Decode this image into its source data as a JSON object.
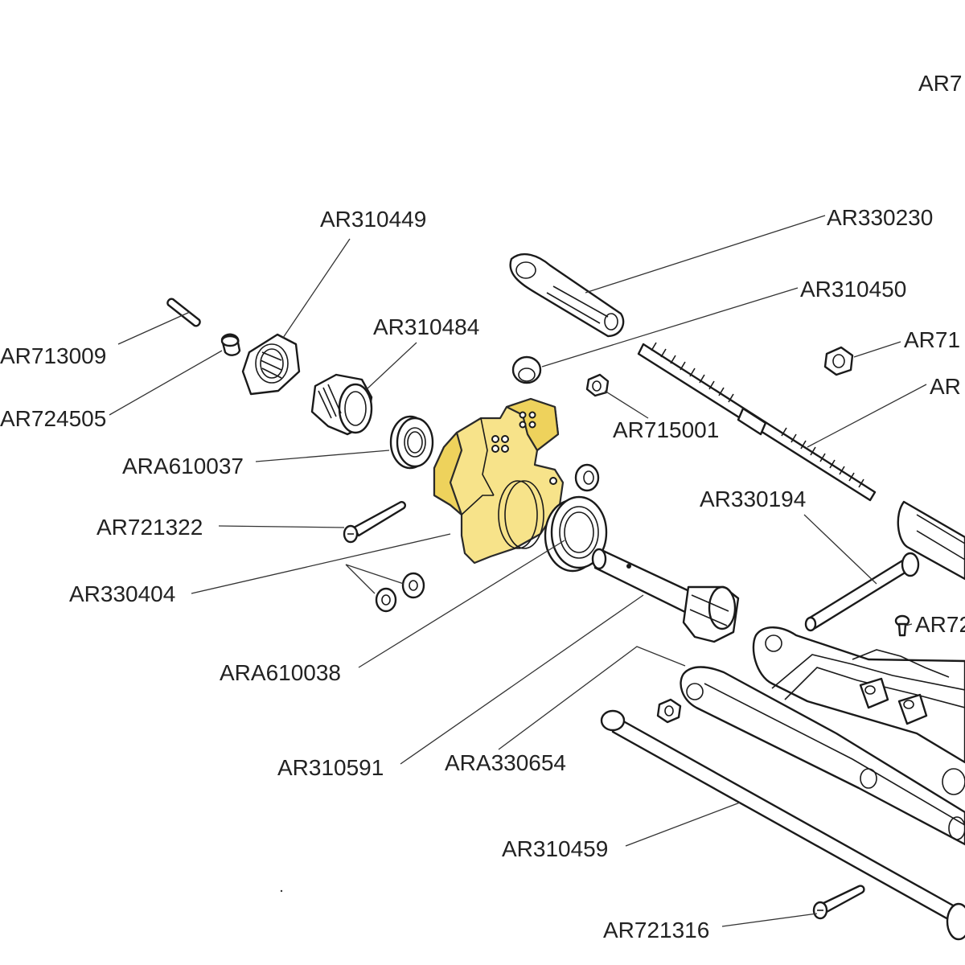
{
  "colors": {
    "highlight": "#f7e38a",
    "highlight_shade": "#eed25c",
    "line": "#1a1a1a"
  },
  "labels": {
    "ar7_top": "AR7",
    "ar330230": "AR330230",
    "ar310449": "AR310449",
    "ar310450": "AR310450",
    "ar71_right": "AR71",
    "ar713009": "AR713009",
    "ar310484": "AR310484",
    "ar_right_cut": "AR",
    "ar724505": "AR724505",
    "ar715001": "AR715001",
    "ara610037": "ARA610037",
    "ar330194": "AR330194",
    "ar721322": "AR721322",
    "ar72_right": "AR72",
    "ar330404": "AR330404",
    "ara610038": "ARA610038",
    "ar310591": "AR310591",
    "ara330654": "ARA330654",
    "ar310459": "AR310459",
    "ar721316": "AR721316"
  },
  "highlighted_part": "ar330404"
}
